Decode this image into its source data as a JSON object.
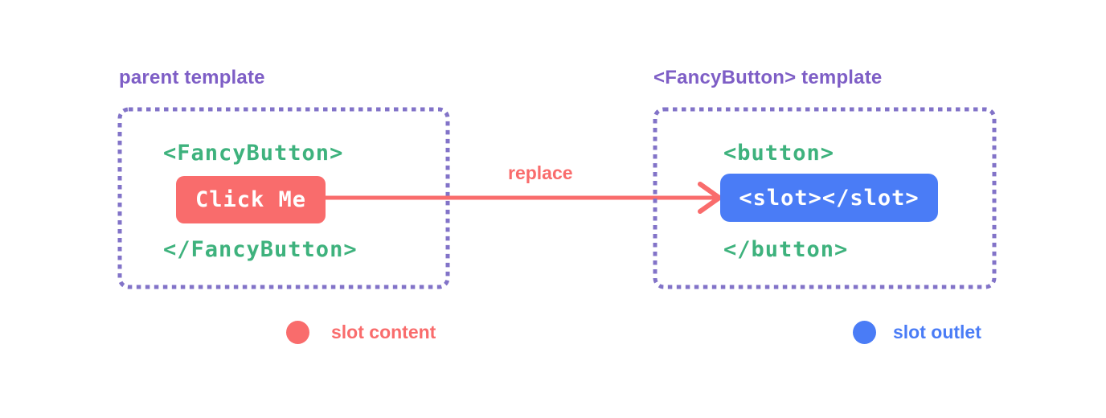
{
  "diagram": {
    "left_panel": {
      "title": "parent template",
      "code_open": "<FancyButton>",
      "button_label": "Click Me",
      "code_close": "</FancyButton>"
    },
    "right_panel": {
      "title": "<FancyButton> template",
      "code_open": "<button>",
      "slot_label": "<slot></slot>",
      "code_close": "</button>"
    },
    "arrow": {
      "label": "replace",
      "direction": "left-to-right"
    },
    "legend": {
      "slot_content_label": "slot content",
      "slot_outlet_label": "slot outlet"
    },
    "colors": {
      "background": "#ffffff",
      "purple_title": "#7e5ec6",
      "purple_dash_border": "#8273c8",
      "green_code": "#3eb27d",
      "red_accent": "#f96c6c",
      "blue_accent": "#4a7cf6",
      "chip_text": "#ffffff"
    }
  }
}
